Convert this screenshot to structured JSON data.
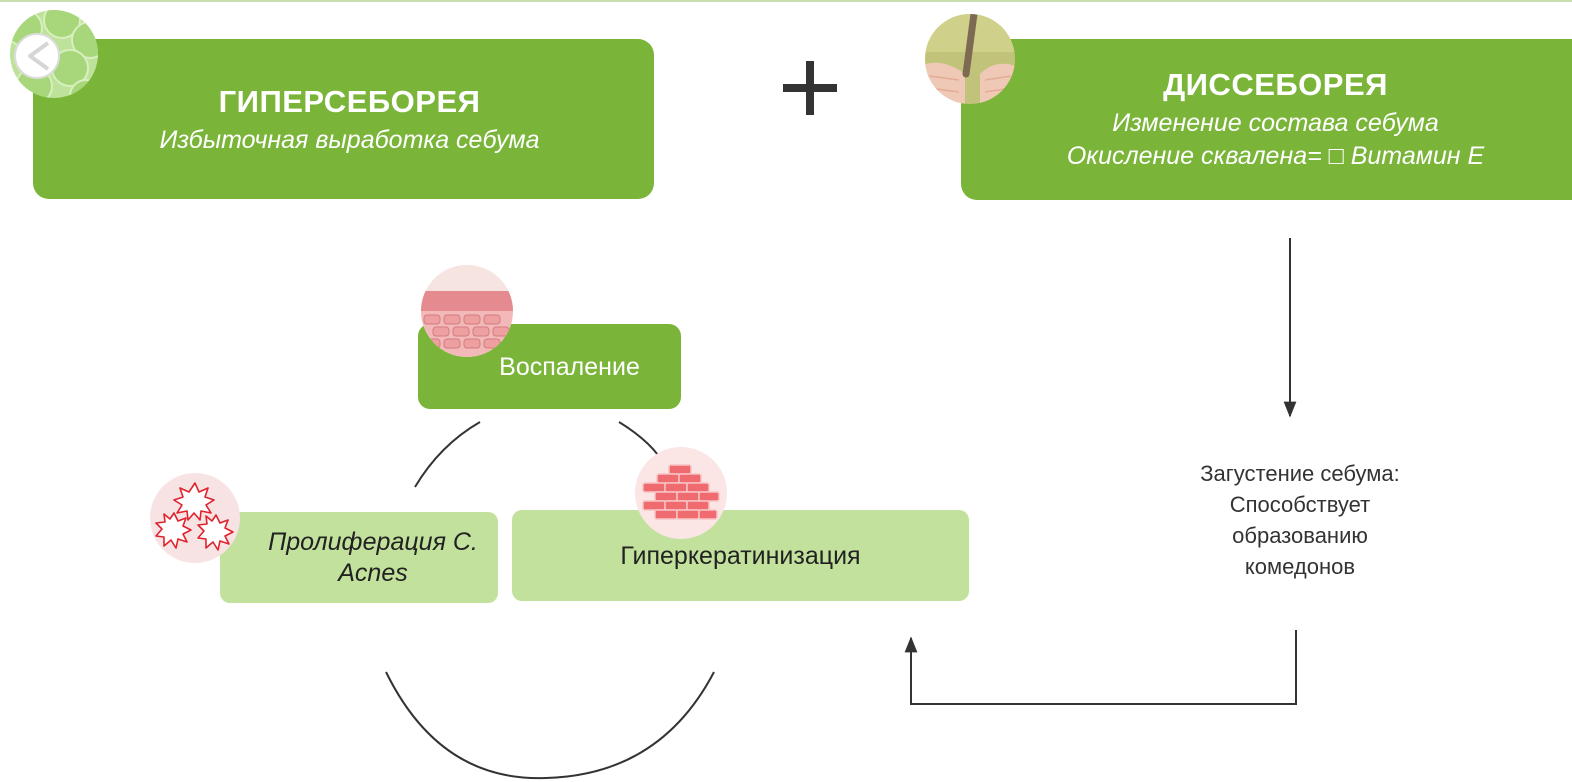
{
  "hyperseborrhea": {
    "title": "ГИПЕРСЕБОРЕЯ",
    "subtitle": "Избыточная выработка себума"
  },
  "plus_sign": "+",
  "dysseborrhea": {
    "title": "ДИССЕБОРЕЯ",
    "line1": "Изменение состава себума",
    "line2": "Окисление сквалена= □ Витамин E"
  },
  "cycle": {
    "inflammation": "Воспаление",
    "proliferation_line1": "Пролиферация C.",
    "proliferation_line2": "Acnes",
    "hyperkeratinization": "Гиперкератинизация"
  },
  "result": {
    "lines": [
      "Загустение себума:",
      "Способствует",
      "образованию",
      "комедонов"
    ]
  },
  "colors": {
    "dark_green": "#7ab53a",
    "light_green": "#c1e19c",
    "arrow": "#333333",
    "inflammation_icon": "#e8898c",
    "bacteria_icon": "#e0232d"
  },
  "icons": [
    "bacteria-cells-icon",
    "hair-follicle-icon",
    "skin-layer-icon",
    "keratin-brick-icon",
    "bacteria-burst-icon"
  ]
}
